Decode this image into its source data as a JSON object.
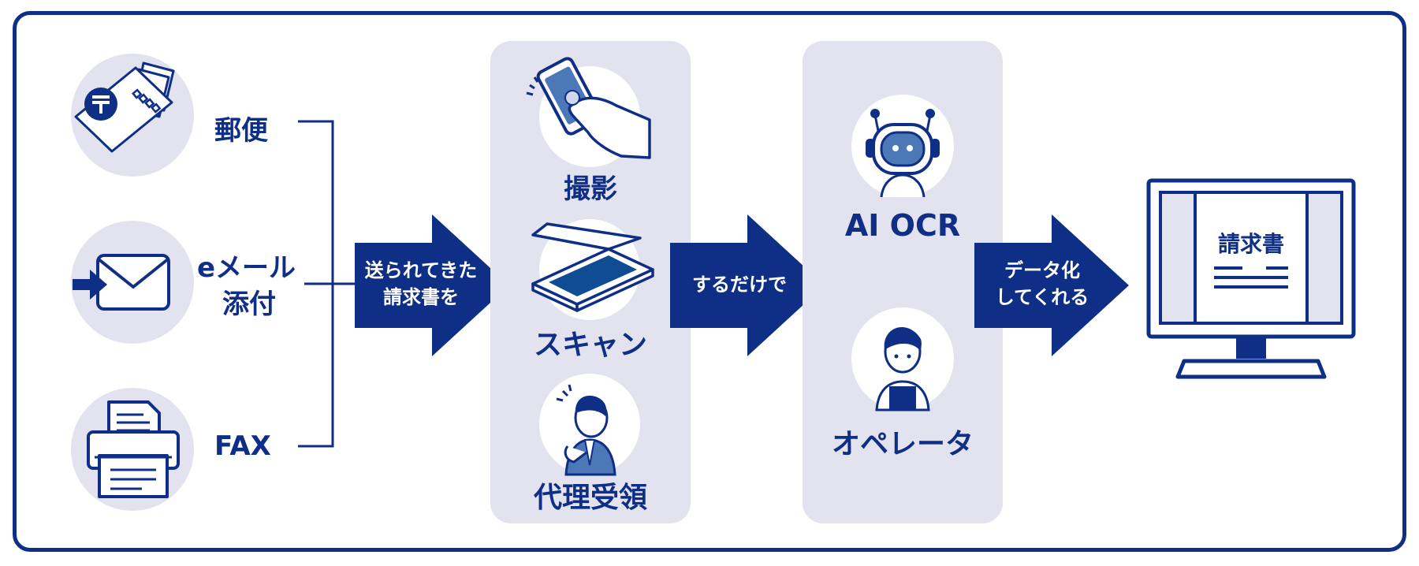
{
  "sources": {
    "mail": "郵便",
    "email_line1": "eメール",
    "email_line2": "添付",
    "fax": "FAX"
  },
  "arrows": {
    "first_line1": "送られてきた",
    "first_line2": "請求書を",
    "second": "するだけで",
    "third_line1": "データ化",
    "third_line2": "してくれる"
  },
  "capture_methods": {
    "photo": "撮影",
    "scan": "スキャン",
    "proxy": "代理受領"
  },
  "processors": {
    "ai_ocr": "AI OCR",
    "operator": "オペレータ"
  },
  "result": {
    "document_title": "請求書"
  },
  "colors": {
    "primary": "#0f2f86",
    "panel": "#e2e3ee",
    "circle": "#e2e3ee",
    "white": "#ffffff",
    "robot_face": "#4c78b8"
  },
  "icons": [
    "envelope-stack-icon",
    "postal-mark-icon",
    "email-icon",
    "fax-printer-icon",
    "smartphone-hand-icon",
    "scanner-icon",
    "person-thinking-icon",
    "robot-icon",
    "operator-person-icon",
    "monitor-icon"
  ]
}
